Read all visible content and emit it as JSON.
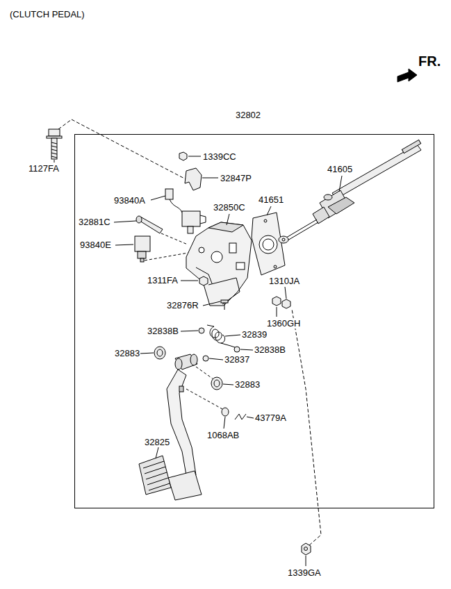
{
  "diagram": {
    "title": "(CLUTCH PEDAL)",
    "nodes": [
      {
        "text": [
          "32802"
        ]
      }
    ],
    "edges": [],
    "labels": [
      "FR.",
      "1127FA",
      "1339CC",
      "32847P",
      "93840A",
      "41605",
      "41651",
      "32850C",
      "32881C",
      "93840E",
      "1311FA",
      "1310JA",
      "32876R",
      "1360GH",
      "32838B",
      "32839",
      "32838B",
      "32883",
      "32837",
      "32883",
      "43779A",
      "1068AB",
      "32825",
      "1339GA"
    ]
  }
}
